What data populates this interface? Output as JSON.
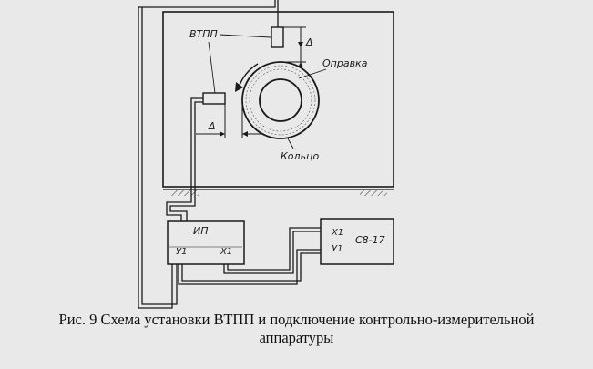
{
  "diagram": {
    "labels": {
      "sensor": "ВТПП",
      "mandrel": "Оправка",
      "ring": "Кольцо",
      "gap_top": "Δ",
      "gap_left": "Δ",
      "device_ip": "ИП",
      "ip_y1": "У1",
      "ip_x1": "Х1",
      "device_c8": "С8-17",
      "c8_x1": "Х1",
      "c8_y1": "У1"
    }
  },
  "caption": {
    "line1": "Рис. 9 Схема установки ВТПП и подключение контрольно-измерительной",
    "line2": "аппаратуры"
  }
}
